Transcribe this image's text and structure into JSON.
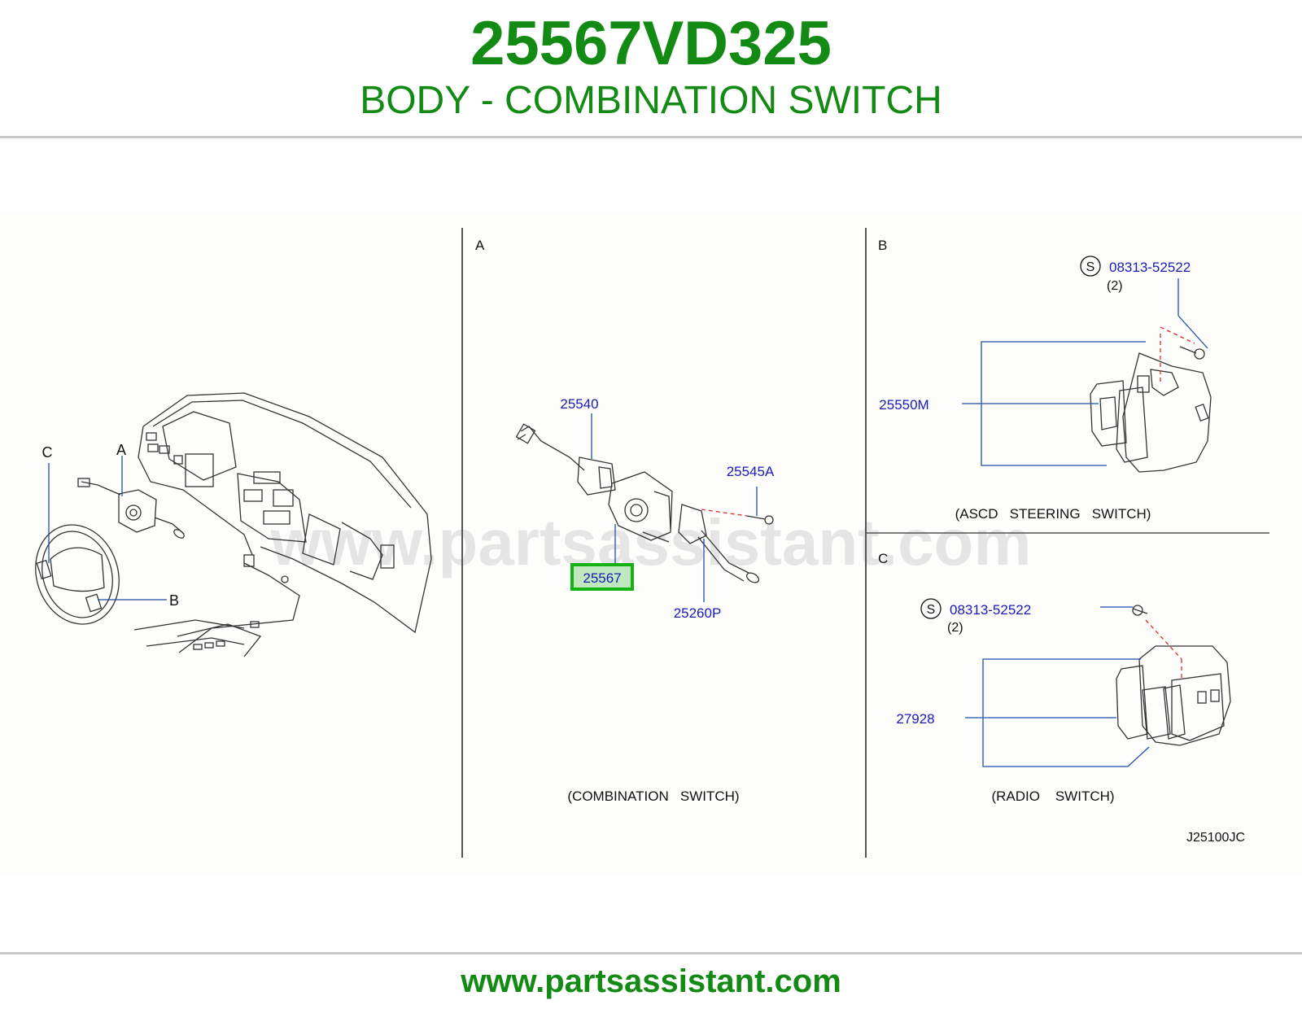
{
  "header": {
    "part_number": "25567VD325",
    "subtitle": "BODY - COMBINATION SWITCH"
  },
  "diagram": {
    "watermark": "www.partsassistant.com",
    "drawing_code": "J25100JC",
    "overview": {
      "labels": {
        "a": "A",
        "b": "B",
        "c": "C"
      }
    },
    "section_a": {
      "letter": "A",
      "caption": "(COMBINATION   SWITCH)",
      "callouts": {
        "p25540": "25540",
        "p25545a": "25545A",
        "p25567": "25567",
        "p25260p": "25260P"
      },
      "highlighted_part": "25567",
      "highlight_color": "#12b312"
    },
    "section_b": {
      "letter": "B",
      "caption": "(ASCD   STEERING   SWITCH)",
      "screw_symbol": "S",
      "screw_part": "08313-52522",
      "screw_qty": "(2)",
      "part": "25550M"
    },
    "section_c": {
      "letter": "C",
      "caption": "(RADIO    SWITCH)",
      "screw_symbol": "S",
      "screw_part": "08313-52522",
      "screw_qty": "(2)",
      "part": "27928"
    },
    "colors": {
      "callout_text": "#1a1ab8",
      "callout_line": "#1f4fa8",
      "line_art": "#333333",
      "dashed_leader": "#d83030"
    }
  },
  "footer": {
    "url": "www.partsassistant.com"
  }
}
